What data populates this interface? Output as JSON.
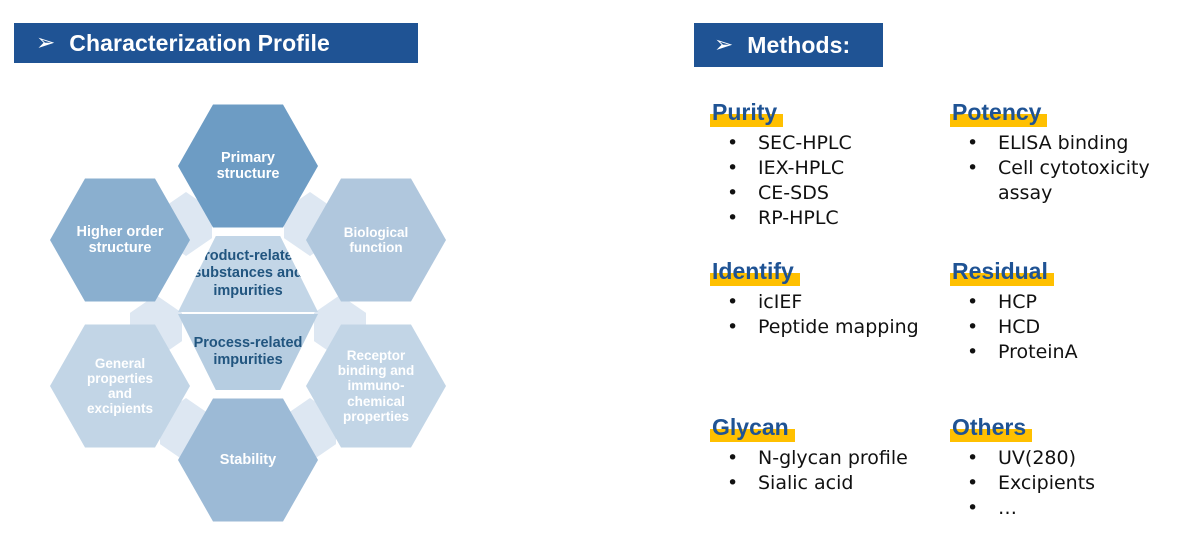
{
  "left_panel": {
    "header": {
      "arrow_icon": "➢",
      "title": "Characterization Profile"
    },
    "diagram": {
      "outer": [
        {
          "id": "primary-structure",
          "label": "Primary\nstructure",
          "color": "#6d9cc4"
        },
        {
          "id": "biological-function",
          "label": "Biological\nfunction",
          "color": "#b0c7dd"
        },
        {
          "id": "receptor-binding",
          "label": "Receptor\nbinding and\nimmuno-\nchemical\nproperties",
          "color": "#c2d5e6"
        },
        {
          "id": "stability",
          "label": "Stability",
          "color": "#9cbad6"
        },
        {
          "id": "general-properties",
          "label": "General\nproperties\nand\nexcipients",
          "color": "#c2d5e6"
        },
        {
          "id": "higher-order-structure",
          "label": "Higher order\nstructure",
          "color": "#8aafcf"
        }
      ],
      "center": [
        {
          "id": "product-related",
          "label": "Product-related\nsubstances and\nimpurities",
          "color": "#c3d6e7"
        },
        {
          "id": "process-related",
          "label": "Process-related\nimpurities",
          "color": "#b6cde1"
        }
      ],
      "wedge_color": "#dde7f2"
    }
  },
  "right_panel": {
    "header": {
      "arrow_icon": "➢",
      "title": "Methods:"
    },
    "highlight_color": "#ffc000",
    "heading_color": "#1f5394",
    "groups": [
      {
        "id": "purity",
        "heading": "Purity",
        "items": [
          "SEC-HPLC",
          "IEX-HPLC",
          "CE-SDS",
          "RP-HPLC"
        ]
      },
      {
        "id": "potency",
        "heading": "Potency",
        "items": [
          "ELISA binding",
          "Cell cytotoxicity assay"
        ]
      },
      {
        "id": "identify",
        "heading": "Identify",
        "items": [
          "icIEF",
          "Peptide mapping"
        ]
      },
      {
        "id": "residual",
        "heading": "Residual",
        "items": [
          "HCP",
          "HCD",
          "ProteinA"
        ]
      },
      {
        "id": "glycan",
        "heading": "Glycan",
        "items": [
          "N-glycan profile",
          "Sialic acid"
        ]
      },
      {
        "id": "others",
        "heading": "Others",
        "items": [
          "UV(280)",
          "Excipients",
          "…"
        ]
      }
    ],
    "bullet_glyph": "•"
  }
}
